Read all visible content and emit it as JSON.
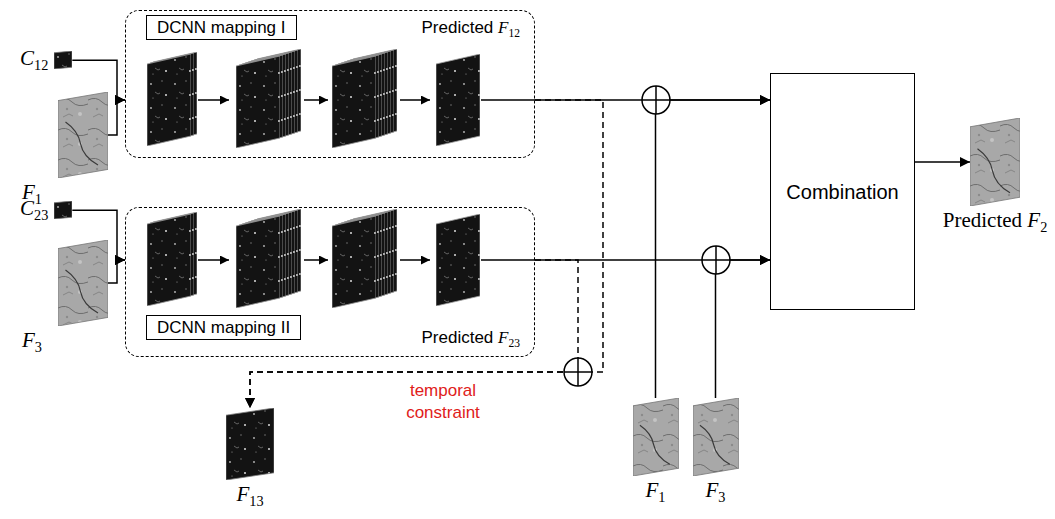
{
  "diagram": {
    "nodes": [
      {
        "text": [
          "C12"
        ]
      },
      {
        "text": [
          "F1"
        ]
      },
      {
        "text": [
          "DCNN mapping I",
          "Predicted F12"
        ]
      },
      {
        "text": [
          "C23"
        ]
      },
      {
        "text": [
          "F3"
        ]
      },
      {
        "text": [
          "DCNN mapping II",
          "Predicted F23"
        ]
      },
      {
        "text": [
          "Combination"
        ]
      },
      {
        "text": [
          "Predicted F2"
        ]
      },
      {
        "text": [
          "F13"
        ]
      },
      {
        "text": [
          "F1"
        ]
      },
      {
        "text": [
          "F3"
        ]
      }
    ],
    "edges": [
      {
        "from": 0,
        "to": 2,
        "arrow": "to"
      },
      {
        "from": 1,
        "to": 2,
        "arrow": "to"
      },
      {
        "from": 3,
        "to": 5,
        "arrow": "to"
      },
      {
        "from": 4,
        "to": 5,
        "arrow": "to"
      },
      {
        "from": 2,
        "to": 6,
        "arrow": "to"
      },
      {
        "from": 9,
        "to": 6,
        "arrow": "to"
      },
      {
        "from": 5,
        "to": 6,
        "arrow": "to"
      },
      {
        "from": 10,
        "to": 6,
        "arrow": "to"
      },
      {
        "from": 6,
        "to": 7,
        "arrow": "to"
      },
      {
        "from": 2,
        "to": 8,
        "arrow": "to"
      },
      {
        "from": 5,
        "to": 8,
        "arrow": "to"
      }
    ],
    "labels": [
      "temporal constraint"
    ]
  }
}
